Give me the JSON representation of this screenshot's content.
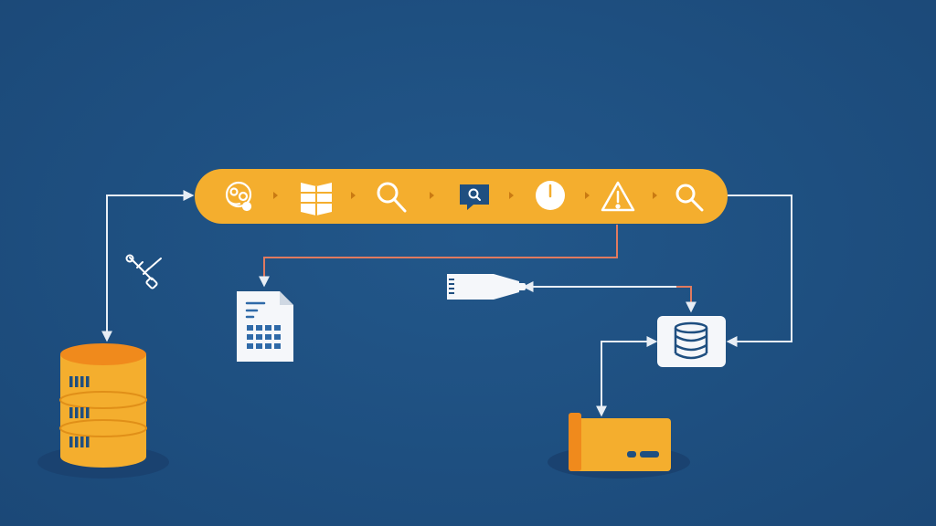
{
  "colors": {
    "background": "#1e4f7f",
    "pipeline": "#f4ae2e",
    "accent_orange": "#f08a1c",
    "connector_white": "#e8eef5",
    "connector_red": "#e07a5f",
    "icon_navy": "#1f4f80",
    "panel_white": "#f5f7fa"
  },
  "pipeline": {
    "stages": [
      {
        "icon": "data-blob-icon"
      },
      {
        "icon": "map-table-icon"
      },
      {
        "icon": "search-icon"
      },
      {
        "icon": "search-chat-icon"
      },
      {
        "icon": "clock-icon"
      },
      {
        "icon": "warning-icon"
      },
      {
        "icon": "search-icon"
      }
    ]
  },
  "nodes": [
    {
      "name": "source-database",
      "icon": "database-cylinder-icon"
    },
    {
      "name": "spreadsheet-document",
      "icon": "spreadsheet-document-icon"
    },
    {
      "name": "connector-cable",
      "icon": "usb-connector-icon"
    },
    {
      "name": "storage-server",
      "icon": "database-stack-icon"
    },
    {
      "name": "storage-drive",
      "icon": "hard-drive-icon"
    },
    {
      "name": "syringe-tool",
      "icon": "syringe-icon"
    }
  ]
}
